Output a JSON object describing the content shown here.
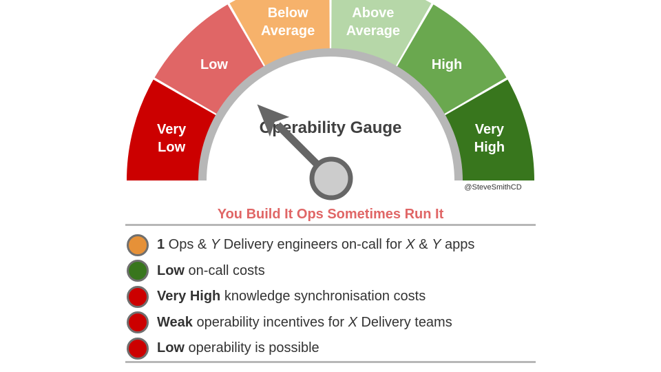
{
  "gauge": {
    "title": "Operability Gauge",
    "credit": "@SteveSmithCD",
    "segments": [
      {
        "lines": [
          "Very",
          "Low"
        ],
        "color": "#cc0000"
      },
      {
        "lines": [
          "Low"
        ],
        "color": "#e06666"
      },
      {
        "lines": [
          "Below",
          "Average"
        ],
        "color": "#f6b26b"
      },
      {
        "lines": [
          "Above",
          "Average"
        ],
        "color": "#b6d7a8"
      },
      {
        "lines": [
          "High"
        ],
        "color": "#6aa84f"
      },
      {
        "lines": [
          "Very",
          "High"
        ],
        "color": "#38761d"
      }
    ],
    "needle_level": 0.25
  },
  "subtitle": "You Build It Ops Sometimes Run It",
  "items": [
    {
      "color": "#e69138",
      "parts": [
        {
          "text": "1",
          "bold": true
        },
        {
          "text": " Ops & "
        },
        {
          "text": "Y",
          "italic": true
        },
        {
          "text": " Delivery engineers on-call for "
        },
        {
          "text": "X",
          "italic": true
        },
        {
          "text": " & "
        },
        {
          "text": "Y",
          "italic": true
        },
        {
          "text": " apps"
        }
      ]
    },
    {
      "color": "#38761d",
      "parts": [
        {
          "text": "Low",
          "bold": true
        },
        {
          "text": " on-call costs"
        }
      ]
    },
    {
      "color": "#cc0000",
      "parts": [
        {
          "text": "Very High",
          "bold": true
        },
        {
          "text": " knowledge synchronisation costs"
        }
      ]
    },
    {
      "color": "#cc0000",
      "parts": [
        {
          "text": "Weak",
          "bold": true
        },
        {
          "text": " operability incentives for "
        },
        {
          "text": "X",
          "italic": true
        },
        {
          "text": " Delivery teams"
        }
      ]
    },
    {
      "color": "#cc0000",
      "parts": [
        {
          "text": "Low",
          "bold": true
        },
        {
          "text": " operability is possible"
        }
      ]
    }
  ]
}
